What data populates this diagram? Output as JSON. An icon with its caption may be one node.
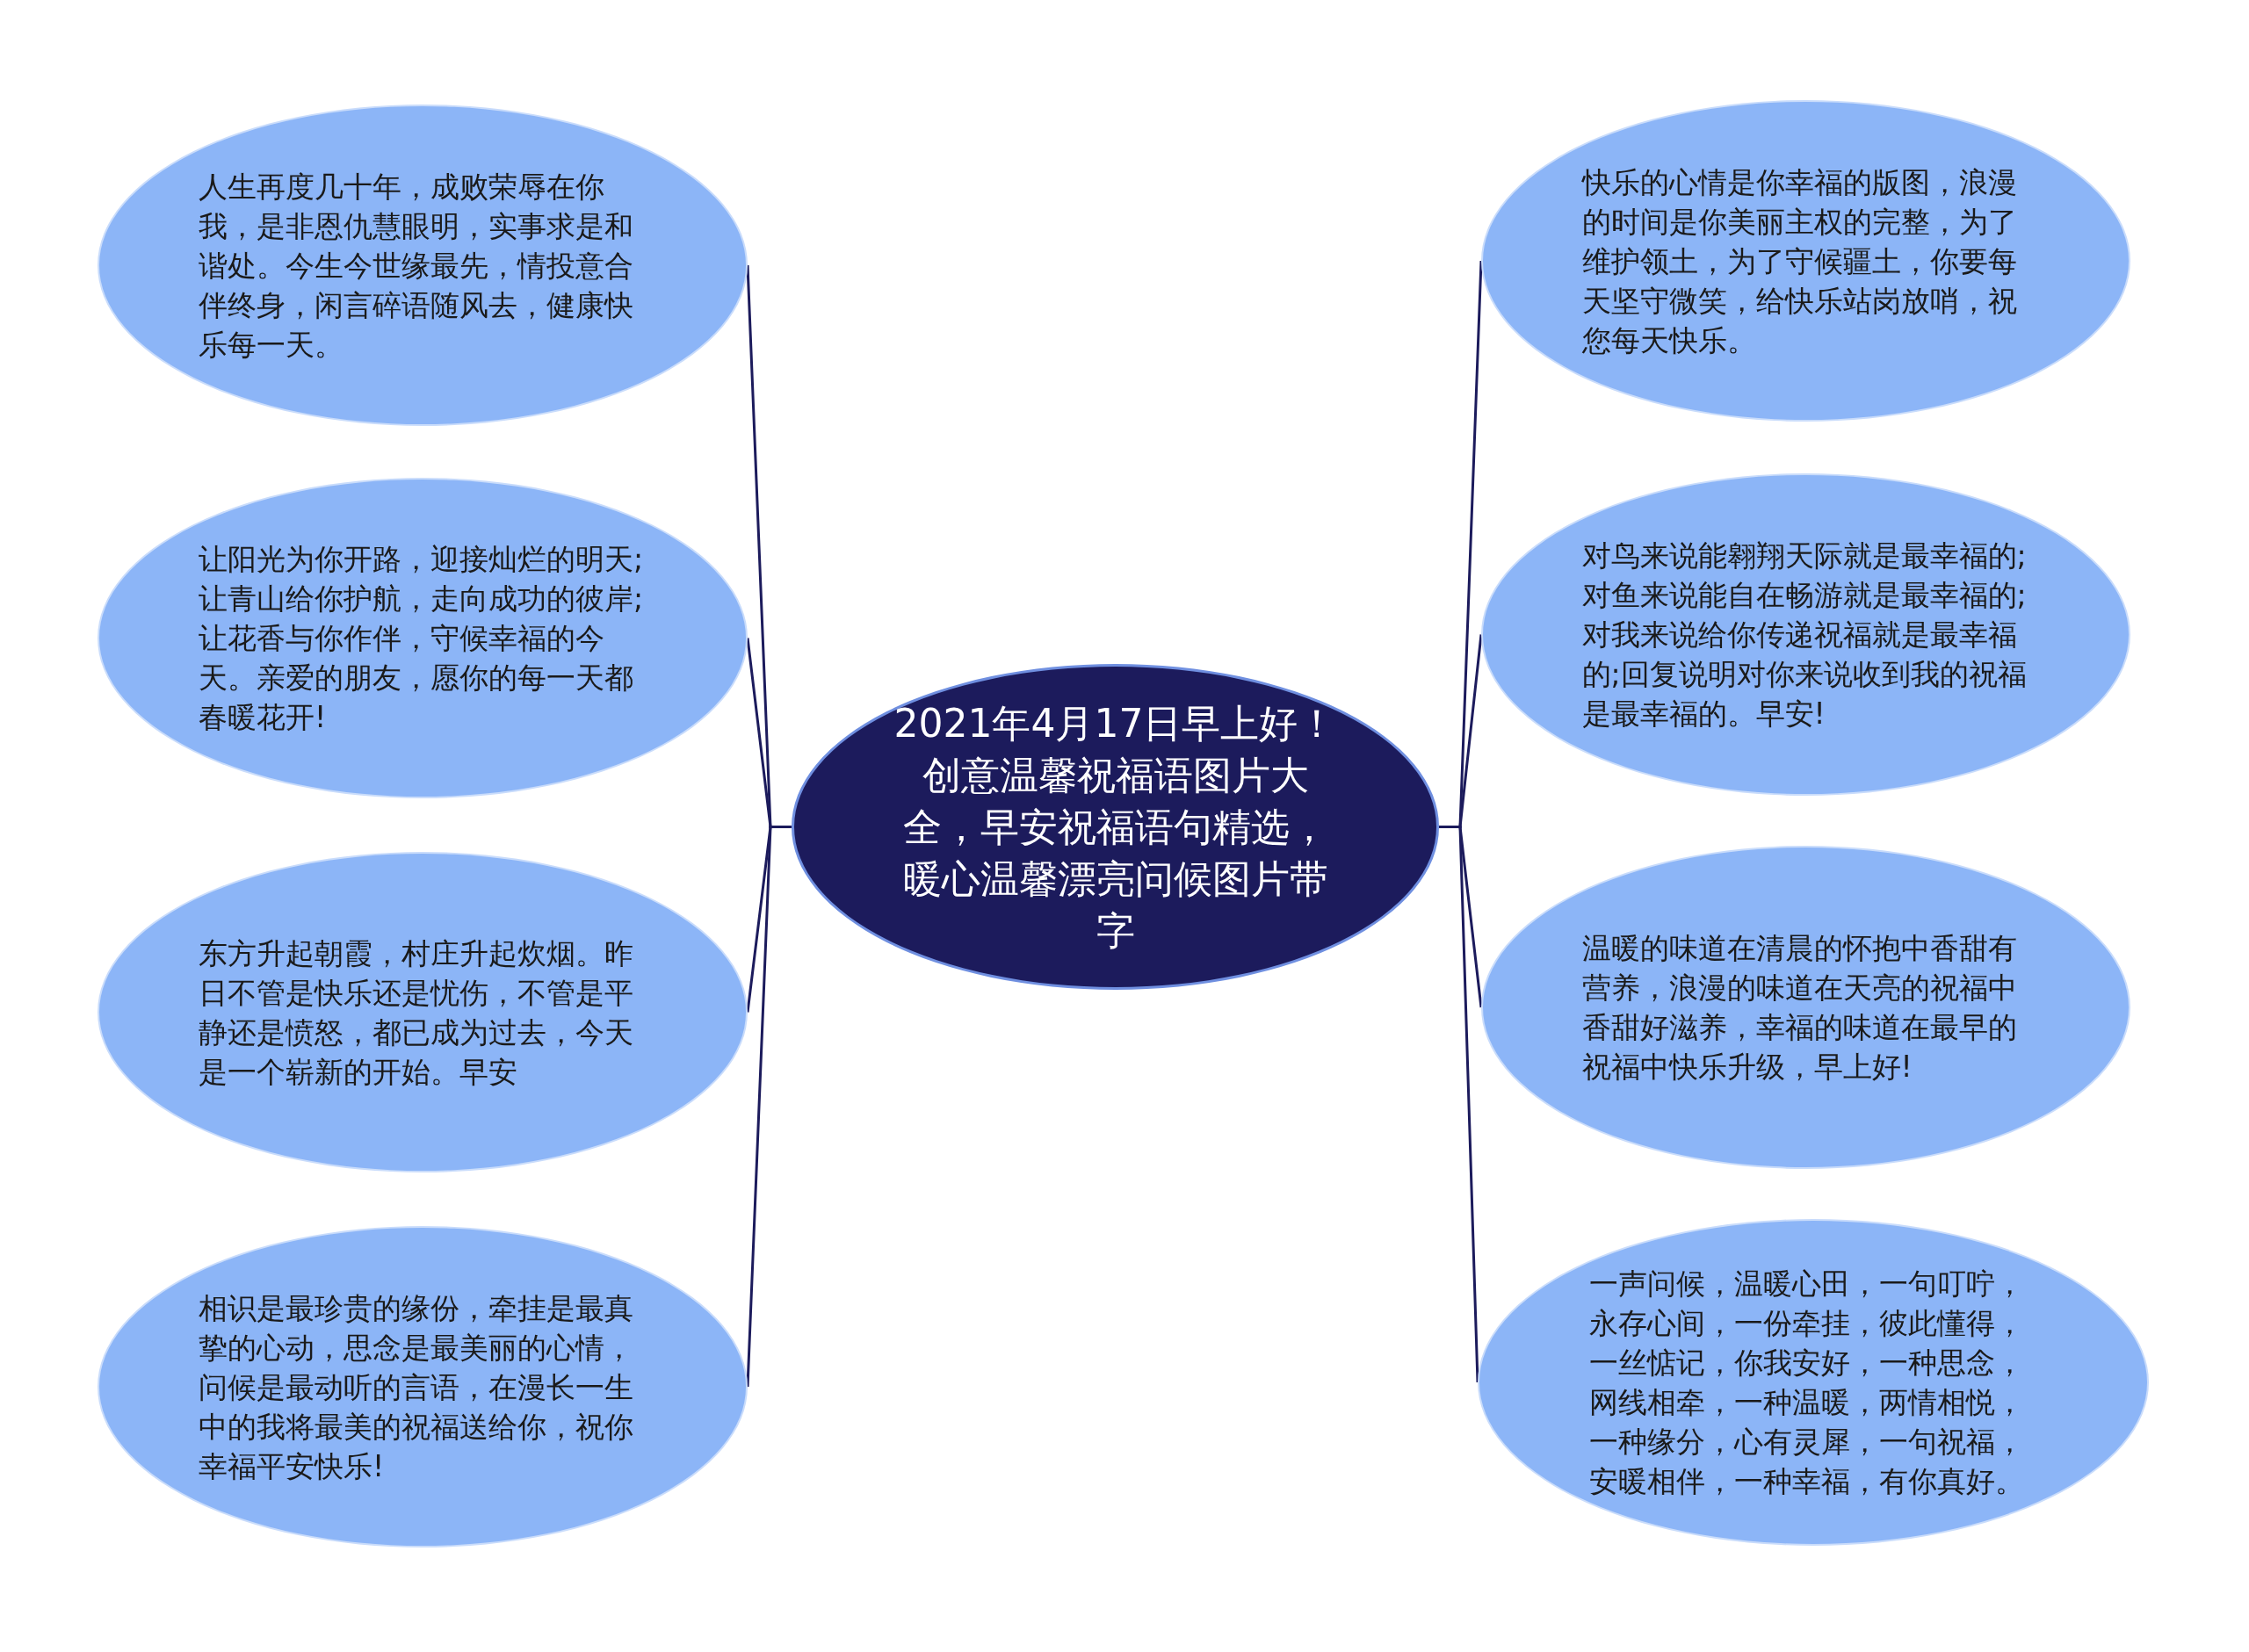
{
  "diagram": {
    "nodes": [
      {
        "text": [
          "2021年4月17日早上好！创意温馨祝福语图片大全，早安祝福语句精选，暖心温馨漂亮问候图片带字"
        ]
      },
      {
        "text": [
          "人生再度几十年，成败荣辱在你我，是非恩仇慧眼明，实事求是和谐处。今生今世缘最先，情投意合伴终身，闲言碎语随风去，健康快乐每一天。"
        ]
      },
      {
        "text": [
          "让阳光为你开路，迎接灿烂的明天;让青山给你护航，走向成功的彼岸;让花香与你作伴，守候幸福的今天。亲爱的朋友，愿你的每一天都春暖花开!"
        ]
      },
      {
        "text": [
          "东方升起朝霞，村庄升起炊烟。昨日不管是快乐还是忧伤，不管是平静还是愤怒，都已成为过去，今天是一个崭新的开始。早安"
        ]
      },
      {
        "text": [
          "相识是最珍贵的缘份，牵挂是最真挚的心动，思念是最美丽的心情，问候是最动听的言语，在漫长一生中的我将最美的祝福送给你，祝你幸福平安快乐!"
        ]
      },
      {
        "text": [
          "快乐的心情是你幸福的版图，浪漫的时间是你美丽主权的完整，为了维护领土，为了守候疆土，你要每天坚守微笑，给快乐站岗放哨，祝您每天快乐。"
        ]
      },
      {
        "text": [
          "对鸟来说能翱翔天际就是最幸福的;对鱼来说能自在畅游就是最幸福的;对我来说给你传递祝福就是最幸福的;回复说明对你来说收到我的祝福是最幸福的。早安!"
        ]
      },
      {
        "text": [
          "温暖的味道在清晨的怀抱中香甜有营养，浪漫的味道在天亮的祝福中香甜好滋养，幸福的味道在最早的祝福中快乐升级，早上好!"
        ]
      },
      {
        "text": [
          "一声问候，温暖心田，一句叮咛，永存心间，一份牵挂，彼此懂得，一丝惦记，你我安好，一种思念，网线相牵，一种温暖，两情相悦，一种缘分，心有灵犀，一句祝福，安暖相伴，一种幸福，有你真好。"
        ]
      }
    ],
    "edges": [
      {
        "from": 0,
        "to": 1,
        "arrow": "none"
      },
      {
        "from": 0,
        "to": 2,
        "arrow": "none"
      },
      {
        "from": 0,
        "to": 3,
        "arrow": "none"
      },
      {
        "from": 0,
        "to": 4,
        "arrow": "none"
      },
      {
        "from": 0,
        "to": 5,
        "arrow": "none"
      },
      {
        "from": 0,
        "to": 6,
        "arrow": "none"
      },
      {
        "from": 0,
        "to": 7,
        "arrow": "none"
      },
      {
        "from": 0,
        "to": 8,
        "arrow": "none"
      }
    ]
  }
}
